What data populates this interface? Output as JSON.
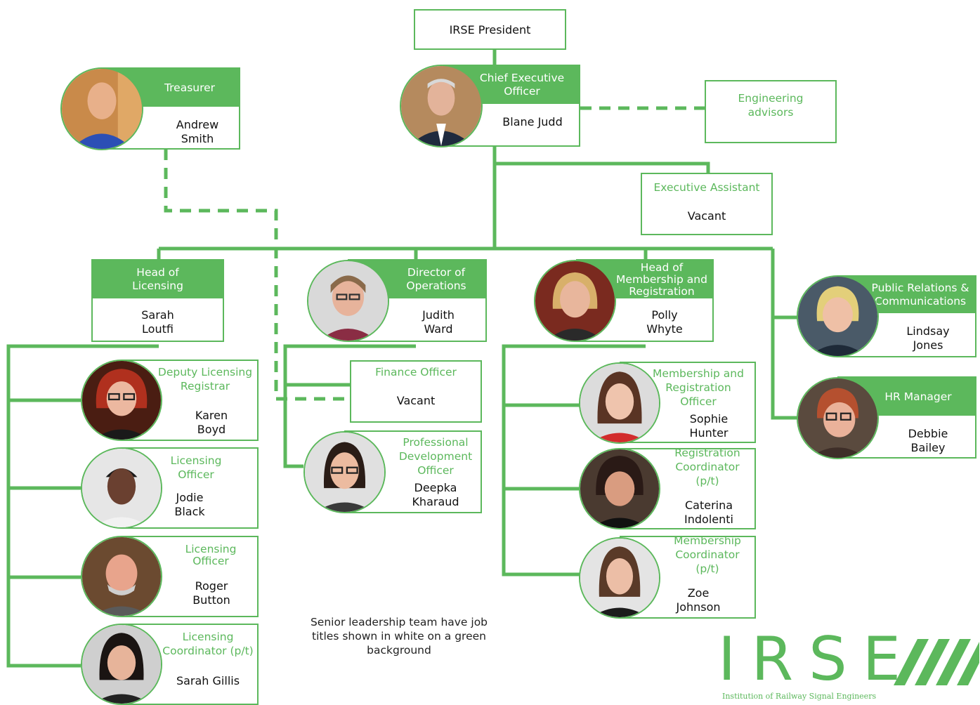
{
  "president": {
    "title": "IRSE President"
  },
  "treasurer": {
    "title": "Treasurer",
    "name": "Andrew Smith"
  },
  "ceo": {
    "title": "Chief Executive Officer",
    "name": "Blane Judd"
  },
  "engineering": {
    "title": "Engineering advisors"
  },
  "exec_assistant": {
    "title": "Executive Assistant",
    "name": "Vacant"
  },
  "head_licensing": {
    "title": "Head of Licensing",
    "name": "Sarah Loutfi"
  },
  "director_ops": {
    "title": "Director of Operations",
    "name": "Judith Ward"
  },
  "head_membership": {
    "title": "Head of Membership and Registration",
    "name": "Polly Whyte"
  },
  "pr": {
    "title": "Public Relations & Communications",
    "name": "Lindsay Jones"
  },
  "hr": {
    "title": "HR Manager",
    "name": "Debbie Bailey"
  },
  "deputy_licensing": {
    "title": "Deputy Licensing Registrar",
    "name": "Karen Boyd"
  },
  "licensing_officer_1": {
    "title": "Licensing Officer",
    "name": "Jodie Black"
  },
  "licensing_officer_2": {
    "title": "Licensing Officer",
    "name": "Roger Button"
  },
  "licensing_coordinator": {
    "title": "Licensing Coordinator (p/t)",
    "name": "Sarah Gillis"
  },
  "finance": {
    "title": "Finance Officer",
    "name": "Vacant"
  },
  "prof_dev": {
    "title": "Professional Development Officer",
    "name": "Deepka Kharaud"
  },
  "membership_officer": {
    "title": "Membership and Registration Officer",
    "name": "Sophie Hunter"
  },
  "registration_coord": {
    "title": "Registration Coordinator (p/t)",
    "name": "Caterina Indolenti"
  },
  "membership_coord": {
    "title": "Membership Coordinator (p/t)",
    "name": "Zoe Johnson"
  },
  "note": "Senior leadership team have job titles shown in white on a green background",
  "logo": {
    "letters": "IRSE",
    "subtitle": "Institution of Railway Signal Engineers"
  },
  "colors": {
    "accent": "#5cb85c",
    "text": "#1a1a1a",
    "background": "#ffffff"
  }
}
